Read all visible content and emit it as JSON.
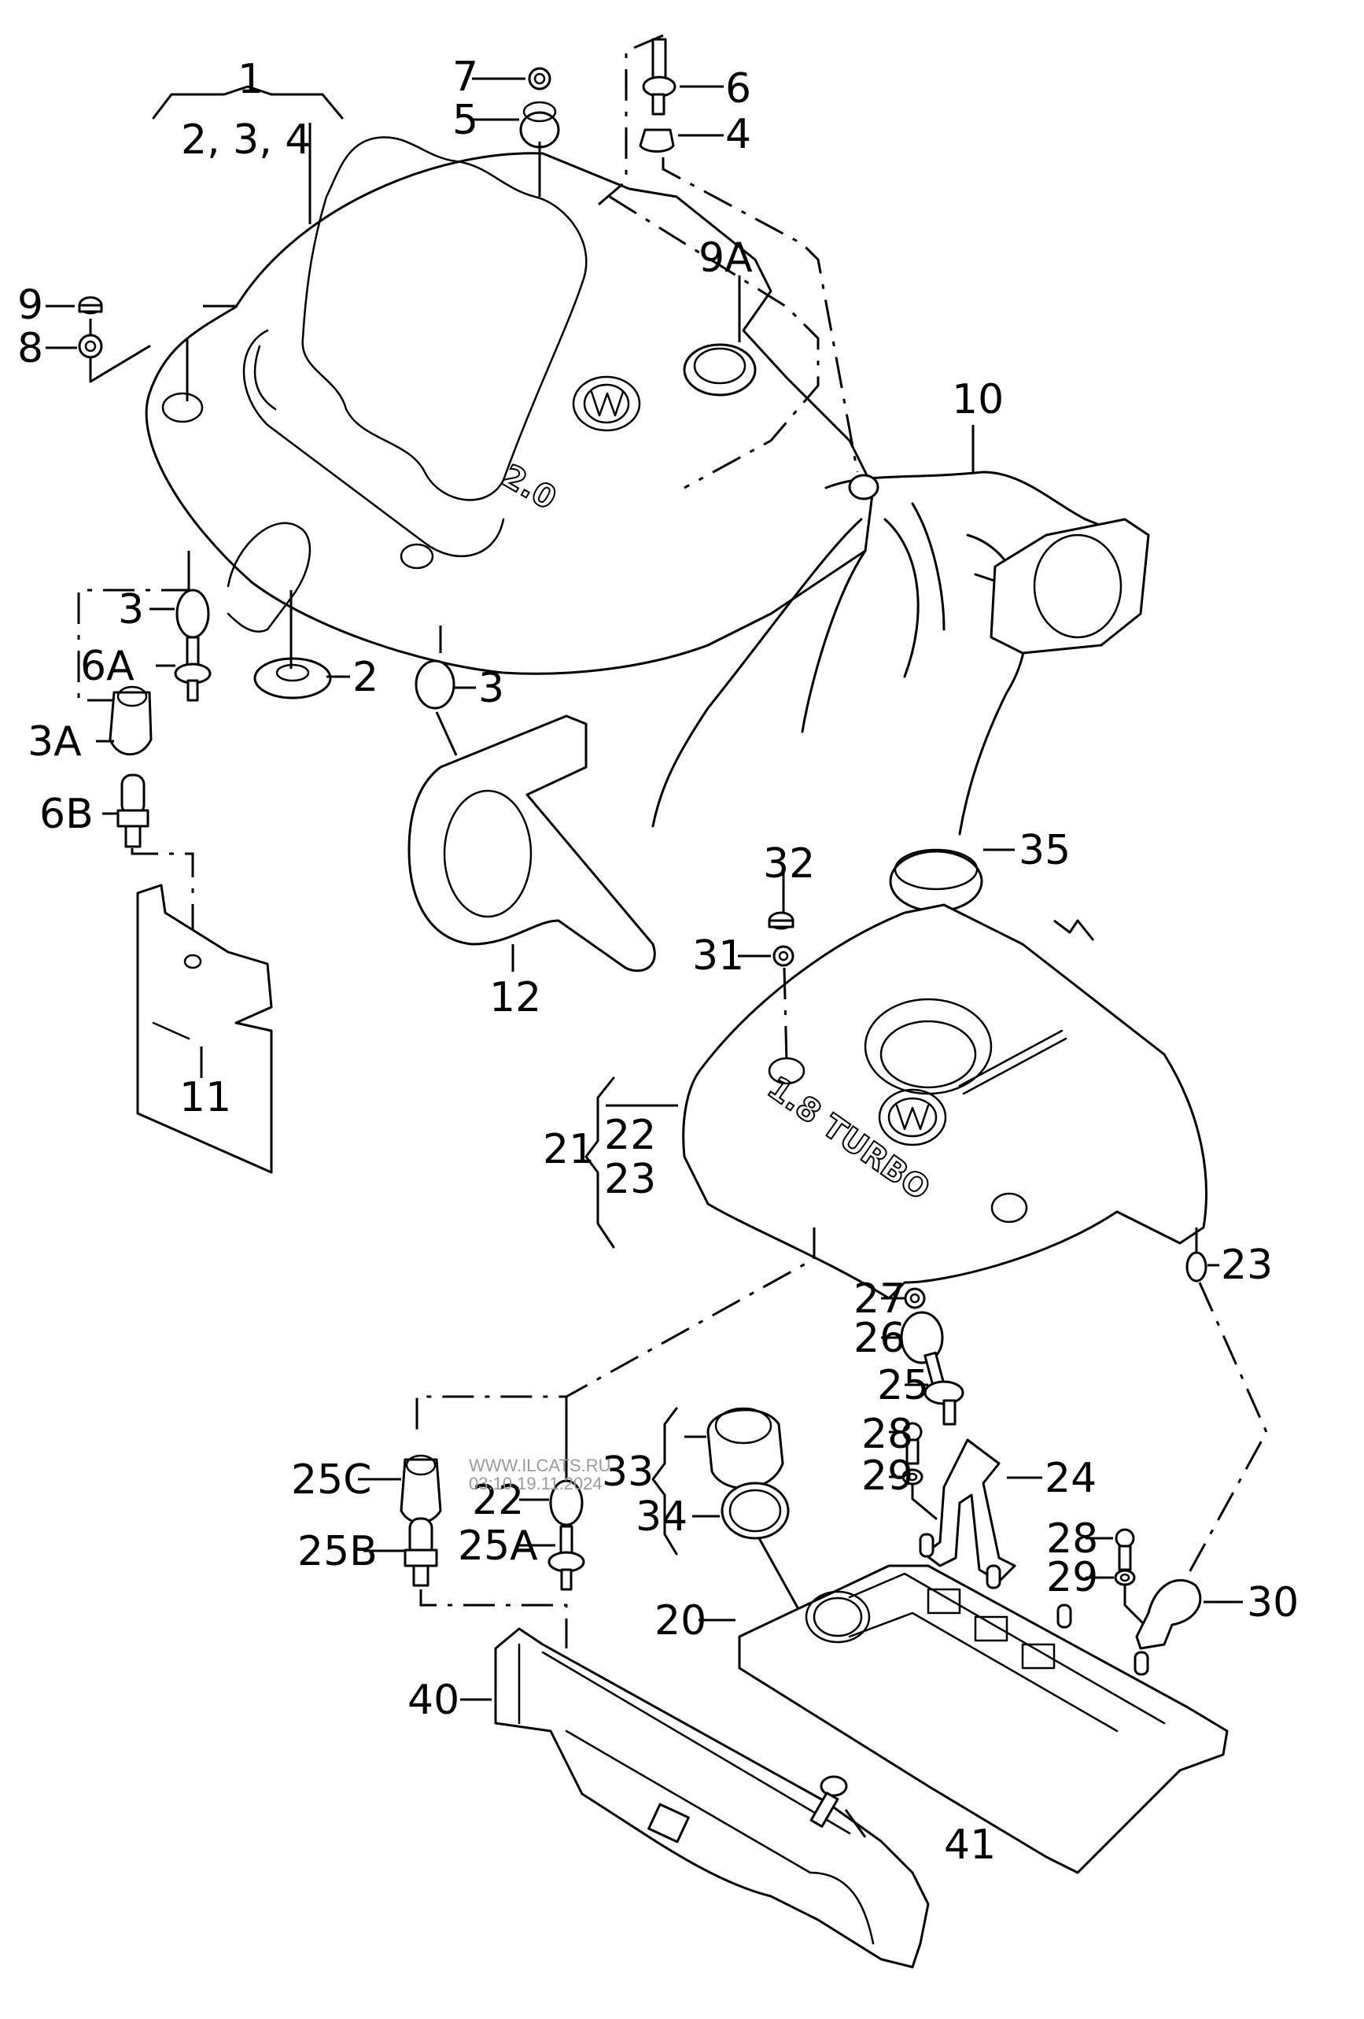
{
  "diagram": {
    "title": "Engine cover exploded view",
    "watermark": {
      "line1": "WWW.ILCATS.RU",
      "line2": "03:10 19.11.2024"
    },
    "cover_2_0_text": "2.0",
    "cover_1_8_text": "1.8 TURBO",
    "labels": {
      "p1": "1",
      "p1_group": "2, 3, 4",
      "p7": "7",
      "p5": "5",
      "p6": "6",
      "p4": "4",
      "p9A": "9A",
      "p9": "9",
      "p8": "8",
      "p10": "10",
      "p3_left": "3",
      "p6A": "6A",
      "p2": "2",
      "p3_right": "3",
      "p3A": "3A",
      "p6B": "6B",
      "p12": "12",
      "p11": "11",
      "p32": "32",
      "p35": "35",
      "p31": "31",
      "p21": "21",
      "p22_group": "22",
      "p23_group": "23",
      "p23_right": "23",
      "p27": "27",
      "p26": "26",
      "p25": "25",
      "p28_a": "28",
      "p29_a": "29",
      "p24": "24",
      "p33": "33",
      "p34": "34",
      "p25C": "25C",
      "p22_lower": "22",
      "p25B": "25B",
      "p25A": "25A",
      "p28_b": "28",
      "p29_b": "29",
      "p30": "30",
      "p20": "20",
      "p40": "40",
      "p41": "41"
    }
  }
}
